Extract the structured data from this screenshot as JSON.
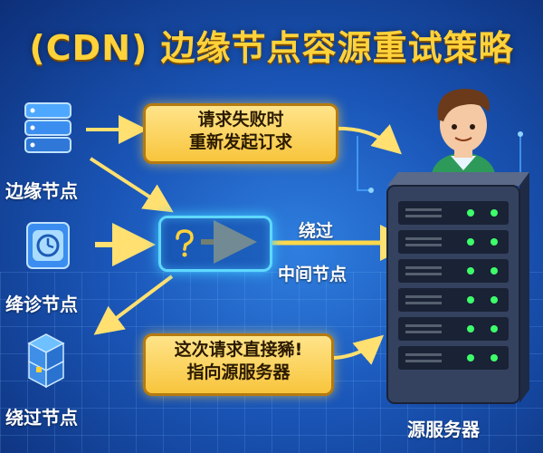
{
  "title": "(CDN) 边缘节点容源重试策略",
  "nodes": {
    "edge": "边缘节点",
    "retry": "绛诊节点",
    "bypass": "绕过节点"
  },
  "callouts": {
    "top_line1": "请求失败时",
    "top_line2": "重新发起订求",
    "bottom_line1": "这次请求直接豨!",
    "bottom_line2": "指向源服务器"
  },
  "labels": {
    "bypass": "绕过",
    "middle_node": "中间节点",
    "origin_server": "源服务器"
  },
  "colors": {
    "accent": "#ffd23a",
    "arrow": "#ffd84a",
    "background": "#1a56b8"
  }
}
